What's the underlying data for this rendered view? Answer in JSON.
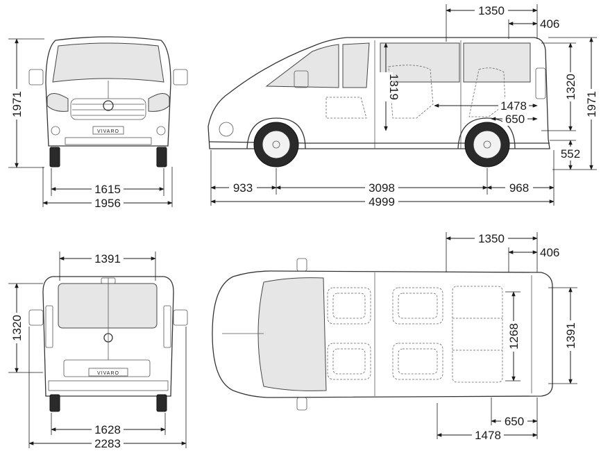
{
  "front_view": {
    "height": "1971",
    "track": "1615",
    "width": "1956",
    "badge": "VIVARO"
  },
  "side_view": {
    "sliding_door_width": "1350",
    "rear_offset_top": "406",
    "inner_height": "1319",
    "load_height": "1320",
    "overall_height": "1971",
    "load_length_floor": "1478",
    "rear_seat_length": "650",
    "rear_sill_height": "552",
    "front_overhang": "933",
    "wheelbase": "3098",
    "rear_overhang": "968",
    "overall_length": "4999"
  },
  "rear_view": {
    "rear_opening_width": "1391",
    "rear_opening_height": "1320",
    "rear_track": "1628",
    "width_with_mirrors": "2283",
    "badge": "VIVARO"
  },
  "top_view": {
    "sliding_door_width": "1350",
    "rear_offset_top": "406",
    "width_between_arches": "1268",
    "load_width": "1391",
    "rear_seat_length": "650",
    "load_length_floor": "1478"
  }
}
